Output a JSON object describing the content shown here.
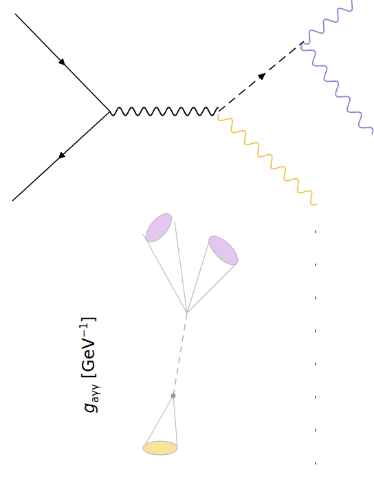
{
  "diagram": {
    "labels": [
      "g",
      "aγγ",
      "[GeV",
      "−1",
      "]"
    ]
  }
}
